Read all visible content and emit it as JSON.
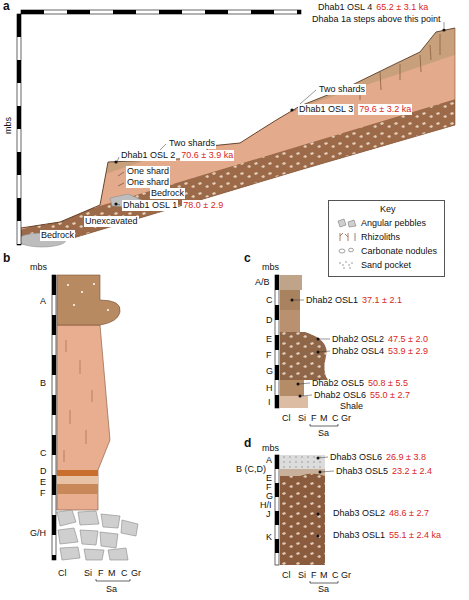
{
  "diagram": {
    "nodes": [
      {
        "text": [
          "Key"
        ]
      }
    ],
    "labels": [
      "a",
      "mbs",
      "Dhab1 OSL 4",
      "65.2 ± 3.1 ka",
      "Dhaba 1a steps above this point",
      "Two shards",
      "Dhab1 OSL 3",
      "79.6 ± 3.2 ka",
      "Two shards",
      "Dhab1 OSL 2",
      "70.6 ± 3.9 ka",
      "One shard",
      "One shard",
      "Bedrock",
      "Dhab1 OSL 1",
      "78.0 ± 2.9",
      "Unexcavated",
      "Bedrock",
      "b",
      "mbs",
      "A",
      "B",
      "C",
      "D",
      "E",
      "F",
      "G/H",
      "Cl",
      "Si",
      "F",
      "M",
      "C",
      "Gr",
      "Sa",
      "c",
      "mbs",
      "A/B",
      "C",
      "D",
      "E",
      "F",
      "G",
      "H",
      "I",
      "Dhab2 OSL1",
      "37.1 ± 2.1",
      "Dhab2 OSL2",
      "47.5 ± 2.0",
      "Dhab2 OSL4",
      "53.9 ± 2.9",
      "Dhab2 OSL5",
      "50.8 ± 5.5",
      "Dhab2 OSL6",
      "55.0 ± 2.7",
      "Shale",
      "Cl",
      "Si",
      "F",
      "M",
      "C",
      "Gr",
      "Sa",
      "d",
      "mbs",
      "A",
      "B (C,D)",
      "E",
      "F",
      "G",
      "H/I",
      "J",
      "K",
      "Dhab3 OSL6",
      "26.9 ± 3.8",
      "Dhab3 OSL5",
      "23.2 ± 2.4",
      "Dhab3 OSL2",
      "48.6 ± 2.7",
      "Dhab3 OSL1",
      "55.1 ± 2.4 ka",
      "Cl",
      "Si",
      "F",
      "M",
      "C",
      "Gr",
      "Sa"
    ],
    "legend": [
      {
        "text": "Angular pebbles"
      },
      {
        "text": "Rhizoliths"
      },
      {
        "text": "Carbonate nodules"
      },
      {
        "text": "Sand pocket"
      }
    ]
  }
}
